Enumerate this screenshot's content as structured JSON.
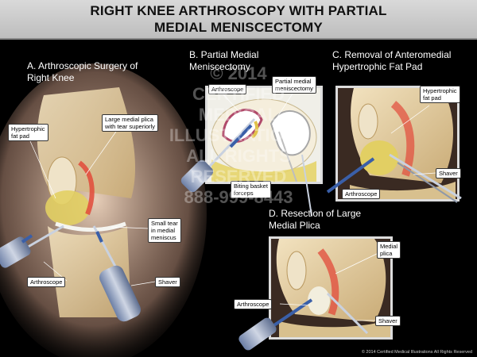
{
  "title": {
    "line1": "RIGHT KNEE ARTHROSCOPY WITH PARTIAL",
    "line2": "MEDIAL MENISCECTOMY"
  },
  "panels": {
    "a": {
      "heading_line1": "A. Arthroscopic Surgery of",
      "heading_line2": "Right Knee",
      "labels": {
        "fat_pad_line1": "Hypertrophic",
        "fat_pad_line2": "fat pad",
        "plica_line1": "Large medial plica",
        "plica_line2": "with tear superiorly",
        "tear_line1": "Small tear",
        "tear_line2": "in medial",
        "tear_line3": "meniscus",
        "arthroscope": "Arthroscope",
        "shaver": "Shaver"
      }
    },
    "b": {
      "heading_line1": "B. Partial Medial",
      "heading_line2": "Meniscectomy",
      "labels": {
        "arthroscope": "Arthroscope",
        "pm_line1": "Partial medial",
        "pm_line2": "meniscectomy",
        "forceps_line1": "Biting basket",
        "forceps_line2": "forceps"
      }
    },
    "c": {
      "heading_line1": "C. Removal of Anteromedial",
      "heading_line2": "Hypertrophic Fat Pad",
      "labels": {
        "fat_pad_line1": "Hypertrophic",
        "fat_pad_line2": "fat pad",
        "shaver": "Shaver",
        "arthroscope": "Arthroscope"
      }
    },
    "d": {
      "heading_line1": "D. Resection of Large",
      "heading_line2": "Medial Plica",
      "labels": {
        "plica_line1": "Medial",
        "plica_line2": "plica",
        "arthroscope": "Arthroscope",
        "shaver": "Shaver"
      }
    }
  },
  "watermark": {
    "line1": "© 2014",
    "line2": "CERTIFIED",
    "line3": "MEDICAL",
    "line4": "ILLUSTRATIONS",
    "line5": "ALL RIGHTS",
    "line6": "RESERVED",
    "line7": "888-999-8443"
  },
  "copyright": "© 2014 Certified Medical Illustrations All Rights Reserved",
  "colors": {
    "background": "#000000",
    "title_bar": "#cfcfcf",
    "bone": "#e8d3a8",
    "fat_pad": "#e6d46a",
    "inflamed": "#e24a3a",
    "instrument_blue": "#3a5fa8"
  }
}
